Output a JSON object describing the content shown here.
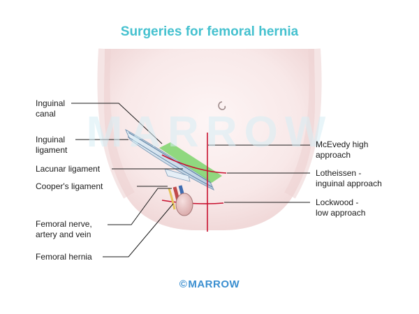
{
  "title": "Surgeries for femoral hernia",
  "watermark": "MARROW",
  "footer": {
    "copyright_symbol": "©",
    "brand": "MARROW"
  },
  "left_labels": {
    "inguinal_canal": "Inguinal\ncanal",
    "inguinal_ligament": "Inguinal\nligament",
    "lacunar_ligament": "Lacunar ligament",
    "coopers_ligament": "Cooper's ligament",
    "femoral_nerve_artery_vein": "Femoral nerve,\nartery and vein",
    "femoral_hernia": "Femoral hernia"
  },
  "right_labels": {
    "mcevedy": "McEvedy high\napproach",
    "lotheissen": "Lotheissen -\ninguinal approach",
    "lockwood": "Lockwood -\nlow approach"
  },
  "colors": {
    "title": "#45c1cf",
    "footer": "#3b8fd0",
    "skin": "#f6e3e3",
    "incision": "#c8102e",
    "ligament": "#7cd36b",
    "watermark": "#d6eef5"
  }
}
